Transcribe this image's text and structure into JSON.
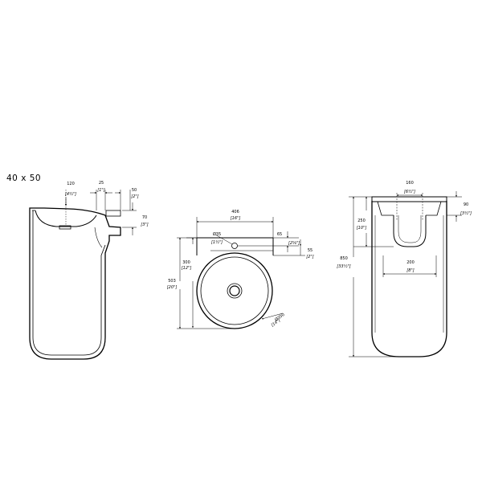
{
  "title": "40 x 50",
  "side_view": {
    "d120": {
      "mm": "120",
      "inch": "[4½\"]"
    },
    "d25": {
      "mm": "25",
      "inch": "[1\"]"
    },
    "d50": {
      "mm": "50",
      "inch": "[2\"]"
    },
    "d70": {
      "mm": "70",
      "inch": "[3\"]"
    }
  },
  "top_view": {
    "d406": {
      "mm": "406",
      "inch": "[16\"]"
    },
    "d35": {
      "mm": "Ø35",
      "inch": "[1½\"]"
    },
    "d65": {
      "mm": "65",
      "inch": "[2⅝\"]"
    },
    "d55": {
      "mm": "55",
      "inch": "[2\"]"
    },
    "d300": {
      "mm": "300",
      "inch": "[12\"]"
    },
    "d503": {
      "mm": "503",
      "inch": "[20\"]"
    },
    "d350": {
      "mm": "Ø350",
      "inch": "[14\"]"
    }
  },
  "front_view": {
    "d160": {
      "mm": "160",
      "inch": "[6½\"]"
    },
    "d90": {
      "mm": "90",
      "inch": "[3½\"]"
    },
    "d250": {
      "mm": "250",
      "inch": "[10\"]"
    },
    "d200": {
      "mm": "200",
      "inch": "[8\"]"
    },
    "d850": {
      "mm": "850",
      "inch": "[33½\"]"
    }
  }
}
